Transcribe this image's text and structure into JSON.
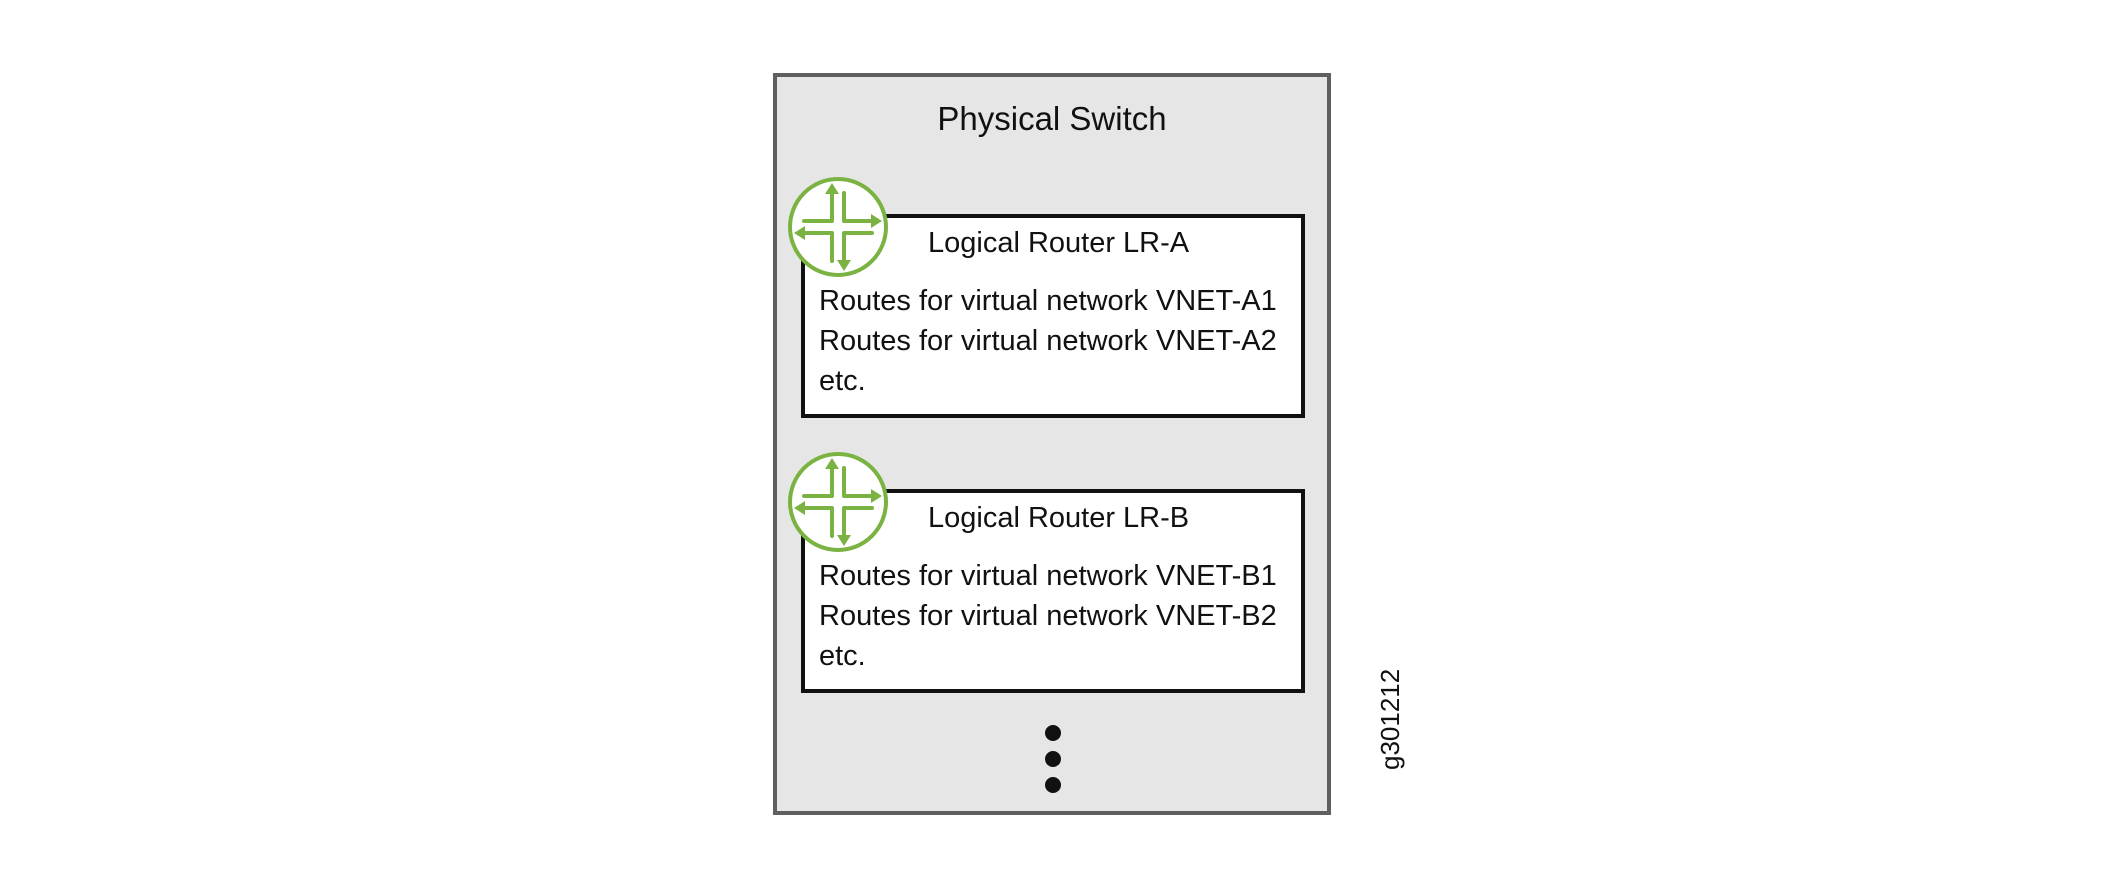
{
  "switch": {
    "title": "Physical Switch"
  },
  "routers": [
    {
      "title": "Logical Router LR-A",
      "routes": [
        "Routes for virtual network VNET-A1",
        "Routes for virtual network VNET-A2",
        "etc."
      ]
    },
    {
      "title": "Logical Router LR-B",
      "routes": [
        "Routes for virtual network VNET-B1",
        "Routes for virtual network VNET-B2",
        "etc."
      ]
    }
  ],
  "figure_id": "g301212",
  "colors": {
    "switch_fill": "#e6e6e6",
    "switch_border": "#5f5f5f",
    "router_icon": "#7ab342",
    "router_box_border": "#111111"
  },
  "icons": {
    "router": "router-icon",
    "more": "vertical-ellipsis-icon"
  }
}
